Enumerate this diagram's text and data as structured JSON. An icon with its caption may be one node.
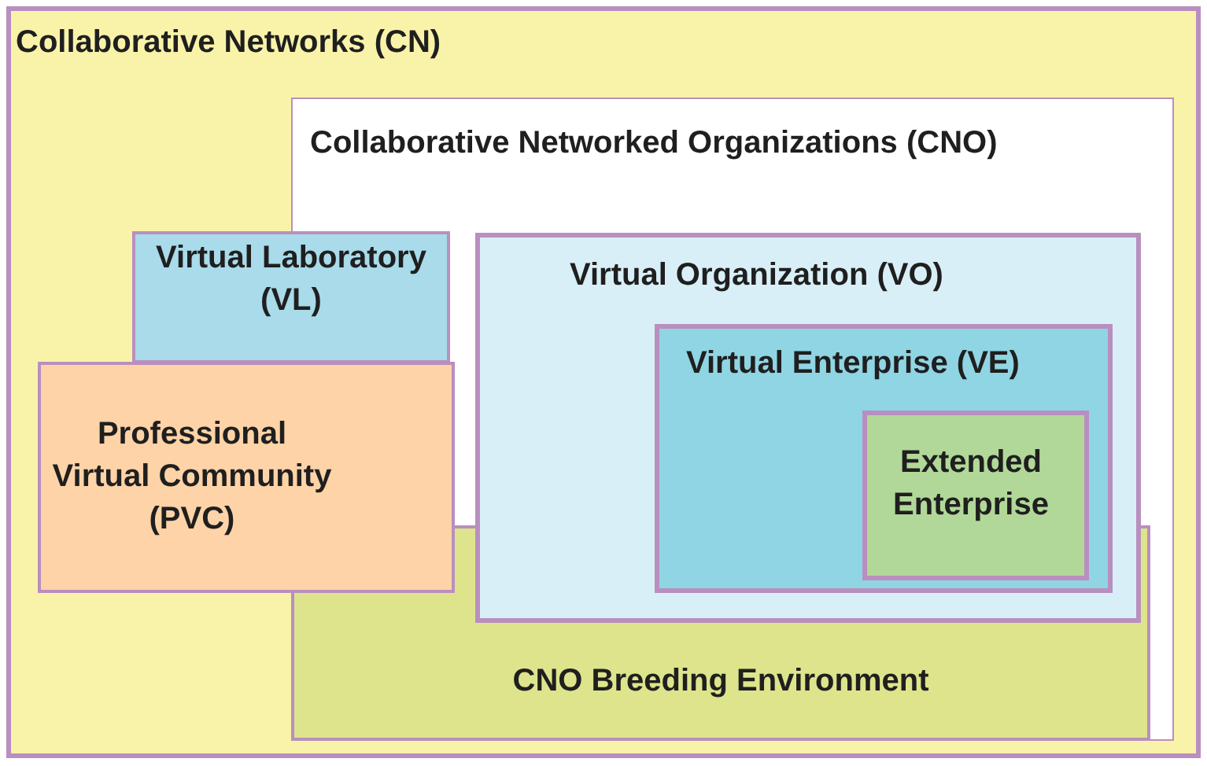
{
  "diagram": {
    "nodes": [
      {
        "text": [
          "Collaborative Networks (CN)"
        ]
      },
      {
        "text": [
          "Collaborative Networked Organizations (CNO)"
        ],
        "in": 0
      },
      {
        "text": [
          "Virtual Laboratory (VL)"
        ],
        "in": 0
      },
      {
        "text": [
          "Professional Virtual Community (PVC)"
        ],
        "in": 0
      },
      {
        "text": [
          "Virtual Organization (VO)"
        ],
        "in": 1
      },
      {
        "text": [
          "Virtual Enterprise (VE)"
        ],
        "in": 4
      },
      {
        "text": [
          "Extended Enterprise"
        ],
        "in": 5
      },
      {
        "text": [
          "CNO Breeding Environment"
        ],
        "in": 1
      }
    ]
  }
}
